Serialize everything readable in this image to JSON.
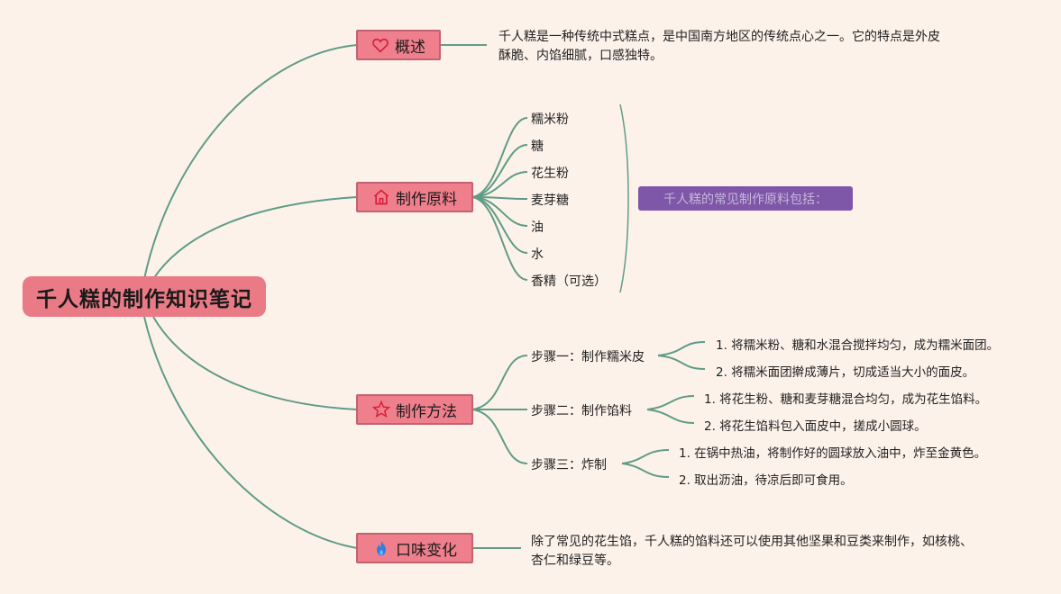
{
  "root_title": "千人糕的制作知识笔记",
  "branches": {
    "overview": {
      "label": "概述",
      "text": "千人糕是一种传统中式糕点，是中国南方地区的传统点心之一。它的特点是外皮酥脆、内馅细腻，口感独特。",
      "line1": "千人糕是一种传统中式糕点，是中国南方地区的传统点心之一。它的特点是外皮",
      "line2": "酥脆、内馅细腻，口感独特。"
    },
    "ingredients": {
      "label": "制作原料",
      "items": [
        "糯米粉",
        "糖",
        "花生粉",
        "麦芽糖",
        "油",
        "水",
        "香精（可选）"
      ],
      "summary": "千人糕的常见制作原料包括："
    },
    "method": {
      "label": "制作方法",
      "steps": [
        {
          "title": "步骤一：制作糯米皮",
          "details": [
            "1. 将糯米粉、糖和水混合搅拌均匀，成为糯米面团。",
            "2. 将糯米面团擀成薄片，切成适当大小的面皮。"
          ]
        },
        {
          "title": "步骤二：制作馅料",
          "details": [
            "1. 将花生粉、糖和麦芽糖混合均匀，成为花生馅料。",
            "2. 将花生馅料包入面皮中，搓成小圆球。"
          ]
        },
        {
          "title": "步骤三：炸制",
          "details": [
            "1. 在锅中热油，将制作好的圆球放入油中，炸至金黄色。",
            "2. 取出沥油，待凉后即可食用。"
          ]
        }
      ]
    },
    "taste": {
      "label": "口味变化",
      "line1": "除了常见的花生馅，千人糕的馅料还可以使用其他坚果和豆类来制作，如核桃、",
      "line2": "杏仁和绿豆等。"
    }
  },
  "icons": {
    "overview": "heart-icon",
    "ingredients": "house-icon",
    "method": "star-icon",
    "taste": "flame-icon"
  },
  "colors": {
    "background": "#fdf2ea",
    "root": "#ea7a86",
    "branch": "#ef7f8c",
    "connector": "#5f9c86",
    "summary_box": "#7e57a8"
  }
}
